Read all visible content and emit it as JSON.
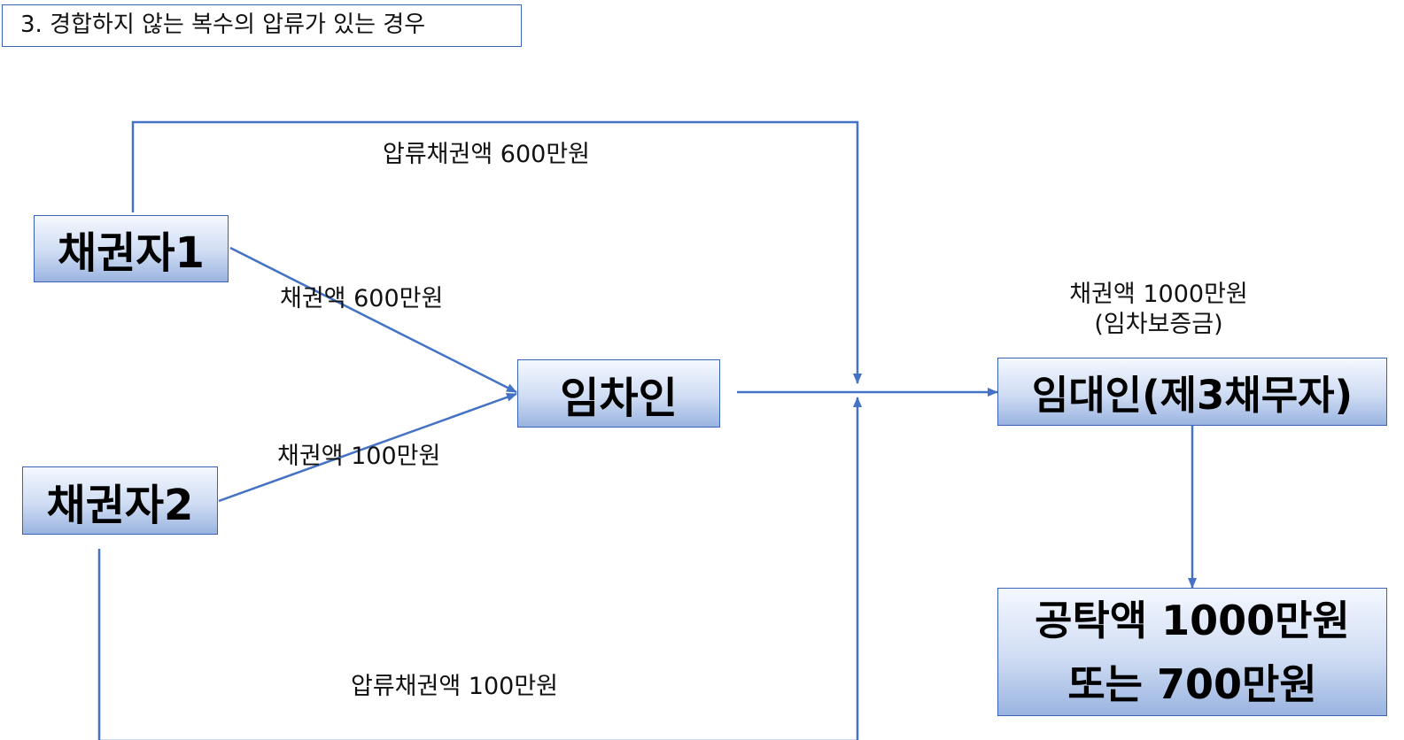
{
  "title": "3. 경합하지 않는 복수의 압류가 있는 경우",
  "colors": {
    "line": "#4472c4",
    "border": "#3a63b8"
  },
  "nodes": {
    "creditor1": "채권자1",
    "creditor2": "채권자2",
    "tenant": "임차인",
    "landlord": "임대인(제3채무자)",
    "deposit_line1": "공탁액 1000만원",
    "deposit_line2": "또는 700만원"
  },
  "edges": {
    "seizure1": "압류채권액 600만원",
    "claim1": "채권액 600만원",
    "claim2": "채권액 100만원",
    "seizure2": "압류채권액 100만원",
    "tenant_to_landlord_line1": "채권액 1000만원",
    "tenant_to_landlord_line2": "(임차보증금)"
  }
}
